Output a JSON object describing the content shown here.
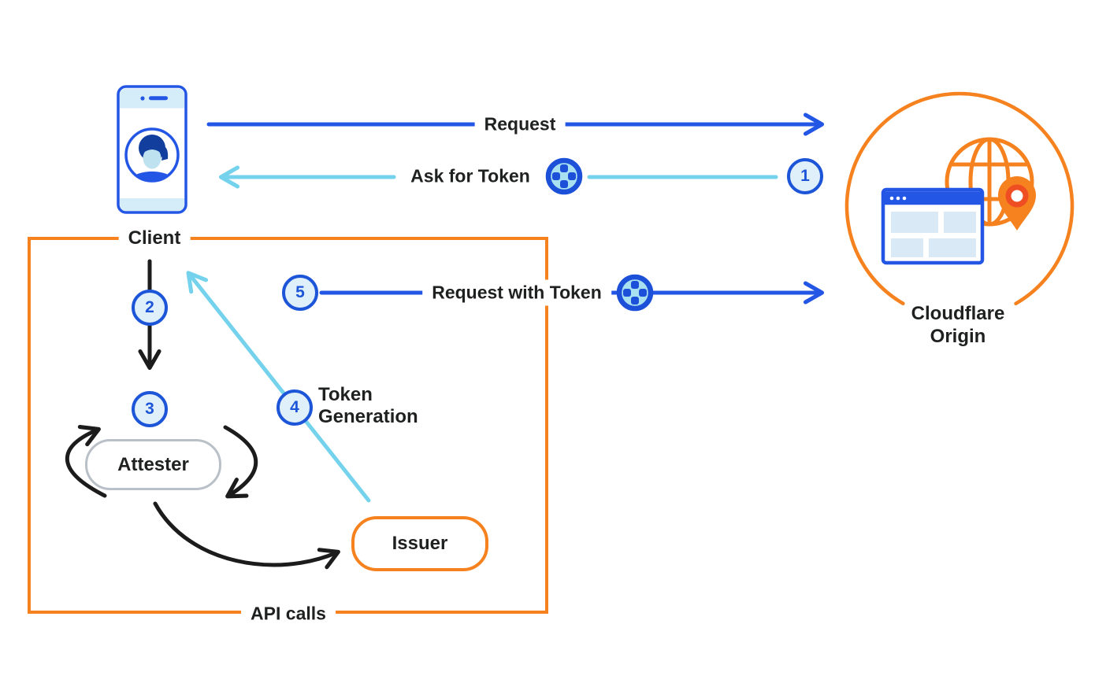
{
  "labels": {
    "client": "Client",
    "request": "Request",
    "ask_for_token": "Ask for Token",
    "request_with_token": "Request with Token",
    "token_generation_line1": "Token",
    "token_generation_line2": "Generation",
    "attester": "Attester",
    "issuer": "Issuer",
    "api_calls": "API calls",
    "cloudflare_origin_line1": "Cloudflare",
    "cloudflare_origin_line2": "Origin"
  },
  "steps": [
    "1",
    "2",
    "3",
    "4",
    "5"
  ],
  "icons": [
    "phone-icon",
    "user-avatar-icon",
    "token-icon",
    "globe-icon",
    "browser-window-icon",
    "location-pin-icon"
  ],
  "colors": {
    "orange": "#f6821f",
    "primary_blue": "#2456e6",
    "ring_blue": "#1d55d8",
    "light_blue": "#74d2ec",
    "pale_blue_fill": "#dff0fa",
    "phone_bar_blue": "#d5edf8",
    "browser_block_blue": "#d9e9f6",
    "gray_border": "#b9c0c7",
    "arrow_black": "#1c1c1c",
    "pin_ring_red": "#ef4e23",
    "text": "#1f2020"
  }
}
